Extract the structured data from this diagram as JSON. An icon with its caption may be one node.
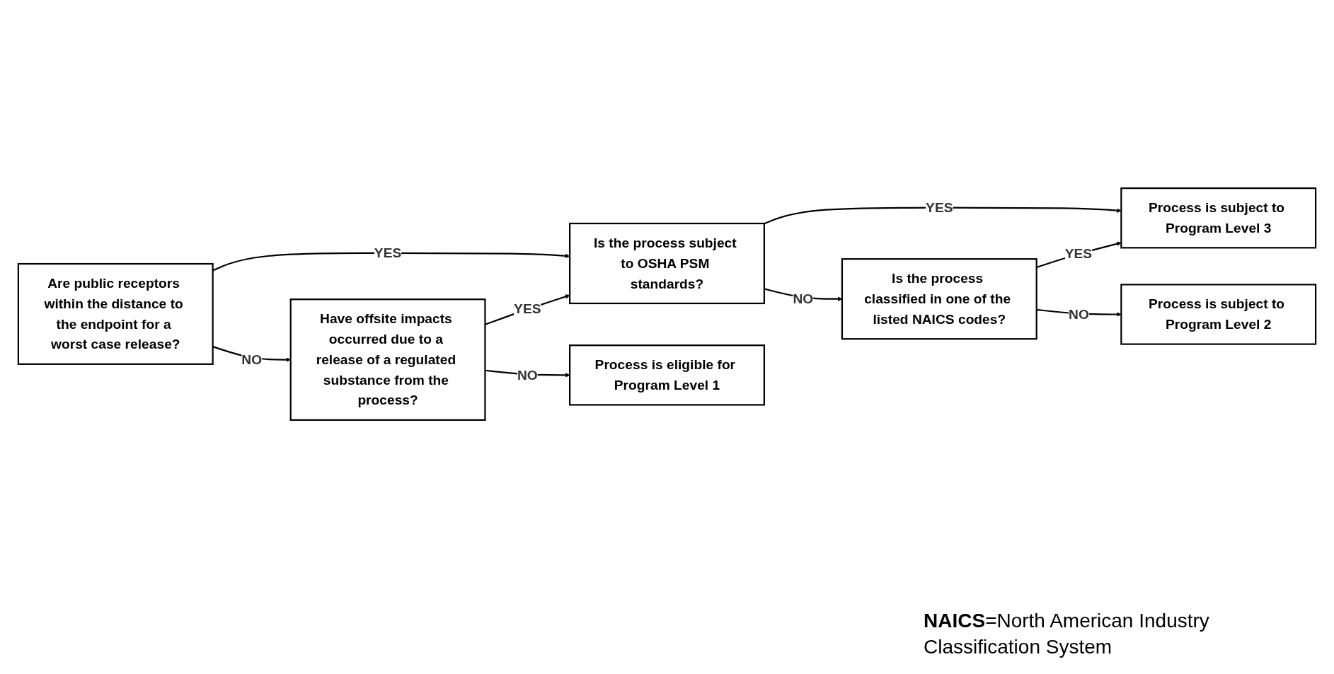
{
  "diagram": {
    "nodes": [
      {
        "text": [
          "Are public receptors within the distance to the endpoint for a worst case release?"
        ]
      },
      {
        "text": [
          "Is the process subject to OSHA PSM standards?"
        ]
      },
      {
        "text": [
          "Have offsite impacts occurred due to a release of a regulated substance from the process?"
        ]
      },
      {
        "text": [
          "Process is subject to Program Level 3"
        ]
      },
      {
        "text": [
          "Is the process classified in one of the listed NAICS codes?"
        ]
      },
      {
        "text": [
          "Process is subject to Program Level 2"
        ]
      },
      {
        "text": [
          "Process is eligible for Program Level 1"
        ]
      }
    ],
    "edges": [
      {
        "from": 0,
        "to": 1,
        "arrow": "to",
        "label": "YES"
      },
      {
        "from": 0,
        "to": 2,
        "arrow": "to",
        "label": "NO"
      },
      {
        "from": 2,
        "to": 1,
        "arrow": "to",
        "label": "YES"
      },
      {
        "from": 1,
        "to": 3,
        "arrow": "to",
        "label": "YES"
      },
      {
        "from": 1,
        "to": 4,
        "arrow": "to",
        "label": "NO"
      },
      {
        "from": 4,
        "to": 3,
        "arrow": "to",
        "label": "YES"
      },
      {
        "from": 4,
        "to": 5,
        "arrow": "to",
        "label": "NO"
      },
      {
        "from": 2,
        "to": 6,
        "arrow": "to",
        "label": "NO"
      }
    ],
    "labels": [
      "**NAICS**=North American Industry Classification System"
    ]
  }
}
